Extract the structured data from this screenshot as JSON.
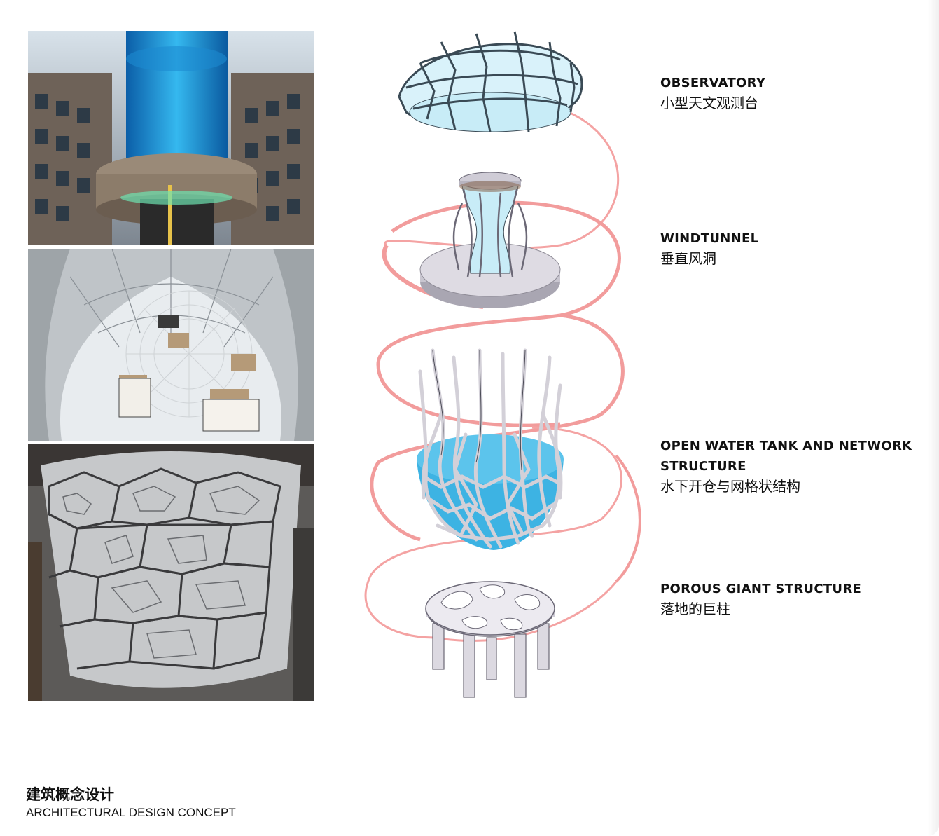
{
  "labels": {
    "observatory": {
      "en": "OBSERVATORY",
      "zh": "小型天文观测台"
    },
    "windtunnel": {
      "en": "WINDTUNNEL",
      "zh": "垂直风洞"
    },
    "watertank": {
      "en": "OPEN WATER TANK AND NETWORK\nSTRUCTURE",
      "zh": "水下开仓与网格状结构"
    },
    "porous": {
      "en": "POROUS GIANT STRUCTURE",
      "zh": "落地的巨柱"
    }
  },
  "footer": {
    "title_zh": "建筑概念设计",
    "title_en": "ARCHITECTURAL DESIGN CONCEPT"
  },
  "colors": {
    "spiral": "#f4a3a3",
    "water": "#3db3e3",
    "glass": "#d9f2fa",
    "structure": "#d3d0d8",
    "frame": "#3a4a55"
  },
  "photos": {
    "aquarium": "aquarium-atrium-photo",
    "rotunda": "suspended-sculpture-rotunda-photo",
    "lattice": "voronoi-lattice-facade-photo"
  }
}
